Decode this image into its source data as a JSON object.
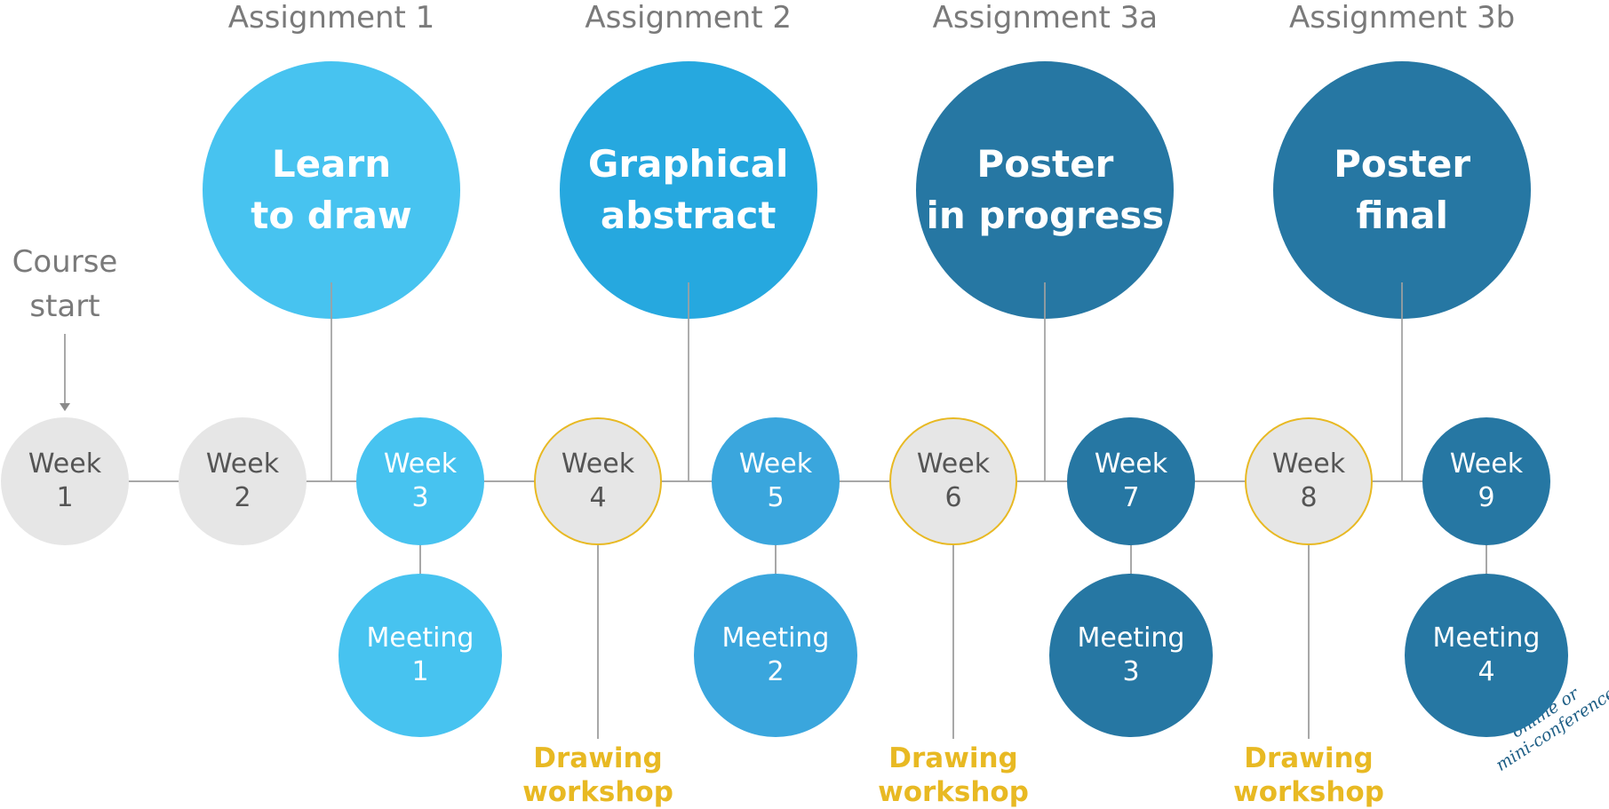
{
  "course_start": [
    "Course",
    "start"
  ],
  "colors": {
    "grey": "#e6e6e6",
    "light_blue": "#47c3f0",
    "mid_blue": "#26a8df",
    "blue2": "#3aa6dd",
    "dark_blue": "#2677a3",
    "workshop_yellow": "#e8b923"
  },
  "assignments": [
    {
      "label": "Assignment 1",
      "title": [
        "Learn",
        "to draw"
      ],
      "color": "#47c3f0"
    },
    {
      "label": "Assignment 2",
      "title": [
        "Graphical",
        "abstract"
      ],
      "color": "#26a8df"
    },
    {
      "label": "Assignment 3a",
      "title": [
        "Poster",
        "in progress"
      ],
      "color": "#2677a3"
    },
    {
      "label": "Assignment 3b",
      "title": [
        "Poster",
        "final"
      ],
      "color": "#2677a3"
    }
  ],
  "weeks": [
    {
      "word": "Week",
      "num": "1",
      "style": "grey"
    },
    {
      "word": "Week",
      "num": "2",
      "style": "grey"
    },
    {
      "word": "Week",
      "num": "3",
      "style": "light_blue"
    },
    {
      "word": "Week",
      "num": "4",
      "style": "workshop"
    },
    {
      "word": "Week",
      "num": "5",
      "style": "blue2"
    },
    {
      "word": "Week",
      "num": "6",
      "style": "workshop"
    },
    {
      "word": "Week",
      "num": "7",
      "style": "dark_blue"
    },
    {
      "word": "Week",
      "num": "8",
      "style": "workshop"
    },
    {
      "word": "Week",
      "num": "9",
      "style": "dark_blue"
    }
  ],
  "meetings": [
    {
      "word": "Meeting",
      "num": "1",
      "week": 3,
      "color": "#47c3f0"
    },
    {
      "word": "Meeting",
      "num": "2",
      "week": 5,
      "color": "#3aa6dd"
    },
    {
      "word": "Meeting",
      "num": "3",
      "week": 7,
      "color": "#2677a3"
    },
    {
      "word": "Meeting",
      "num": "4",
      "week": 9,
      "color": "#2677a3"
    }
  ],
  "workshops": [
    {
      "lines": [
        "Drawing",
        "workshop"
      ],
      "week": 4
    },
    {
      "lines": [
        "Drawing",
        "workshop"
      ],
      "week": 6
    },
    {
      "lines": [
        "Drawing",
        "workshop"
      ],
      "week": 8
    }
  ],
  "note": [
    "online or",
    "mini-conference"
  ]
}
